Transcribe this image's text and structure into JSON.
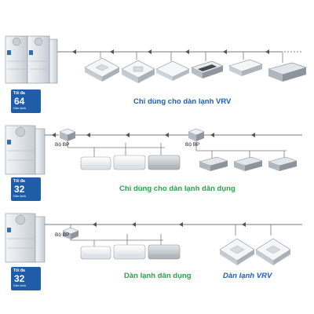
{
  "rows": [
    {
      "badge": {
        "prefix": "Tối đa",
        "number": "64",
        "unit": "Dàn lạnh"
      },
      "caption": "Chỉ dùng cho dàn lạnh VRV"
    },
    {
      "badge": {
        "prefix": "Tối đa",
        "number": "32",
        "unit": "Dàn lạnh"
      },
      "bp_label_1": "Bộ BP",
      "bp_label_2": "Bộ BP",
      "caption": "Chỉ dùng cho dàn lạnh dân dụng"
    },
    {
      "badge": {
        "prefix": "Tối đa",
        "number": "32",
        "unit": "Dàn lạnh"
      },
      "bp_label_1": "Bộ BP",
      "caption_left": "Dàn lạnh dân dụng",
      "caption_right": "Dàn lạnh VRV"
    }
  ],
  "colors": {
    "badge": "#1f5da8",
    "caption_vrv": "#1f5fb0",
    "caption_residential": "#2aa24a",
    "pipe": "#7a7a7a",
    "unit_body": "#d9dde2"
  }
}
